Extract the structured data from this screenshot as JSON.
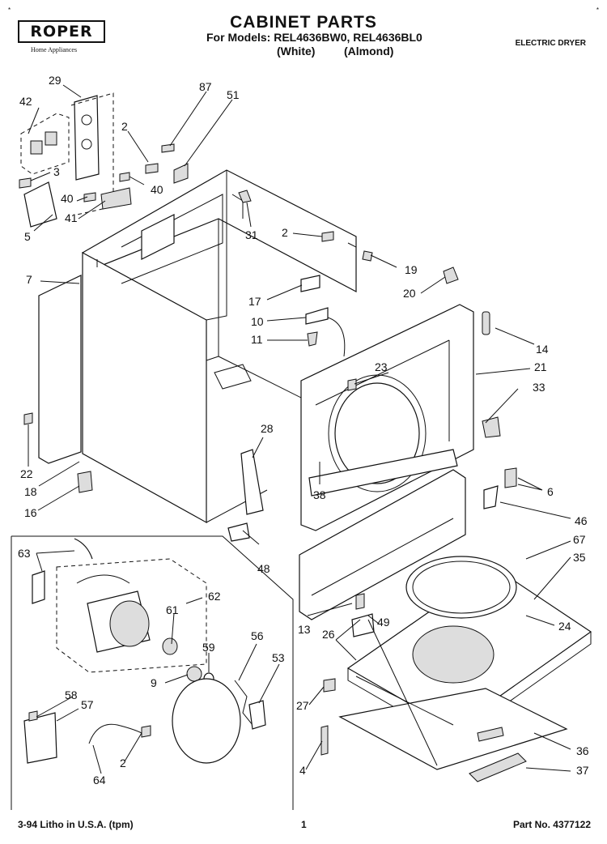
{
  "header": {
    "brand": "ROPER",
    "brand_subtitle": "Home Appliances",
    "title": "CABINET PARTS",
    "models": "For Models: REL4636BW0, REL4636BL0",
    "variant_white": "(White)",
    "variant_almond": "(Almond)",
    "appliance_type": "ELECTRIC DRYER"
  },
  "callouts": [
    "42",
    "29",
    "87",
    "51",
    "2",
    "3",
    "40",
    "40",
    "5",
    "41",
    "31",
    "2",
    "19",
    "7",
    "17",
    "20",
    "10",
    "11",
    "14",
    "23",
    "21",
    "33",
    "28",
    "22",
    "18",
    "38",
    "6",
    "16",
    "46",
    "67",
    "63",
    "62",
    "35",
    "61",
    "48",
    "59",
    "56",
    "13",
    "26",
    "49",
    "24",
    "9",
    "53",
    "58",
    "57",
    "27",
    "36",
    "64",
    "2",
    "4",
    "37"
  ],
  "footer": {
    "litho": "3-94 Litho in U.S.A. (tpm)",
    "page": "1",
    "part_no": "Part No. 4377122"
  }
}
